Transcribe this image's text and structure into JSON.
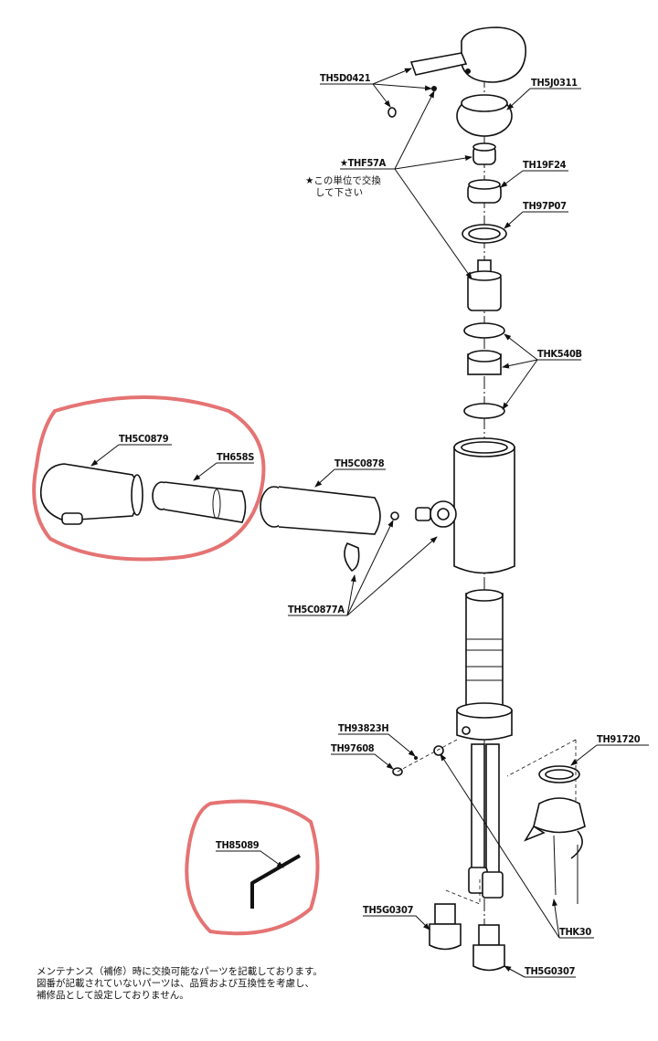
{
  "labels": {
    "th5d0421": "TH5D0421",
    "th5j0311": "TH5J0311",
    "thf57a": "★THF57A",
    "thf57a_note_1": "★この単位で交換",
    "thf57a_note_2": "して下さい",
    "th19f24": "TH19F24",
    "th97p07": "TH97P07",
    "thk540b": "THK540B",
    "th5c0879": "TH5C0879",
    "th658s": "TH658S",
    "th5c0878": "TH5C0878",
    "th5c0877a": "TH5C0877A",
    "th93823h": "TH93823H",
    "th97608": "TH97608",
    "th91720": "TH91720",
    "th85089": "TH85089",
    "th5g0307_left": "TH5G0307",
    "thk30": "THK30",
    "th5g0307_right": "TH5G0307"
  },
  "footer": {
    "line1": "メンテナンス（補修）時に交換可能なパーツを記載しております。",
    "line2": "図番が記載されていないパーツは、品質および互換性を考慮し、",
    "line3": "補修品として設定しておりません。"
  },
  "highlight_color": "#e05a5a"
}
